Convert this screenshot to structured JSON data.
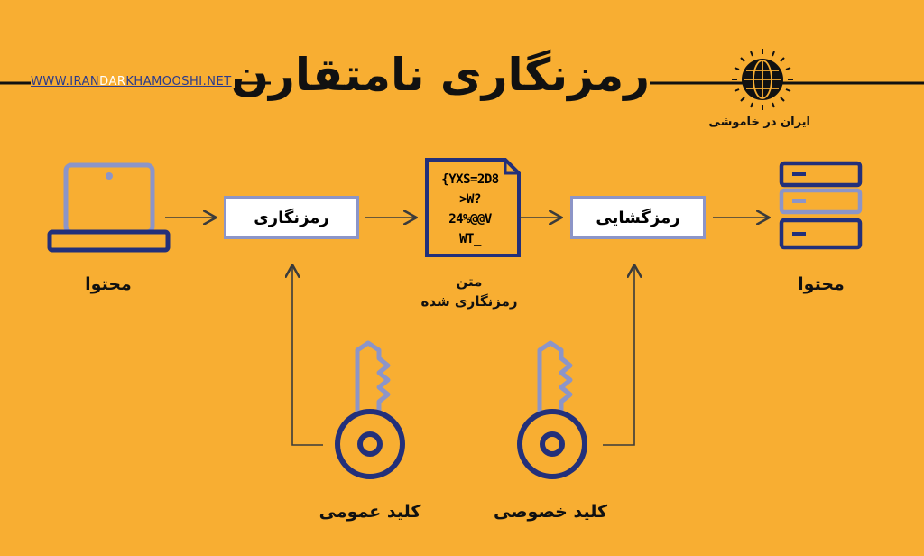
{
  "title": "رمزنگاری نامتقارن",
  "website": {
    "pre": "WWW.",
    "part1": "IRAN",
    "part2": "DAR",
    "part3": "KHAMOOSHI",
    "post": ".NET"
  },
  "brand": "ایران در خاموشی",
  "source_label": "محتوا",
  "encrypt_label": "رمزنگاری",
  "ciphertext": [
    "{YXS=2D8",
    ">W?",
    "24%@@V",
    "WT_"
  ],
  "ciphertext_caption": [
    "متن",
    "رمزنگاری شده"
  ],
  "decrypt_label": "رمزگشایی",
  "dest_label": "محتوا",
  "public_key_label": "کلید عمومی",
  "private_key_label": "کلید خصوصی",
  "colors": {
    "background": "#f8ae32",
    "navy": "#23307a",
    "lavender": "#8c95c8",
    "arrow": "#3b3b3b"
  }
}
